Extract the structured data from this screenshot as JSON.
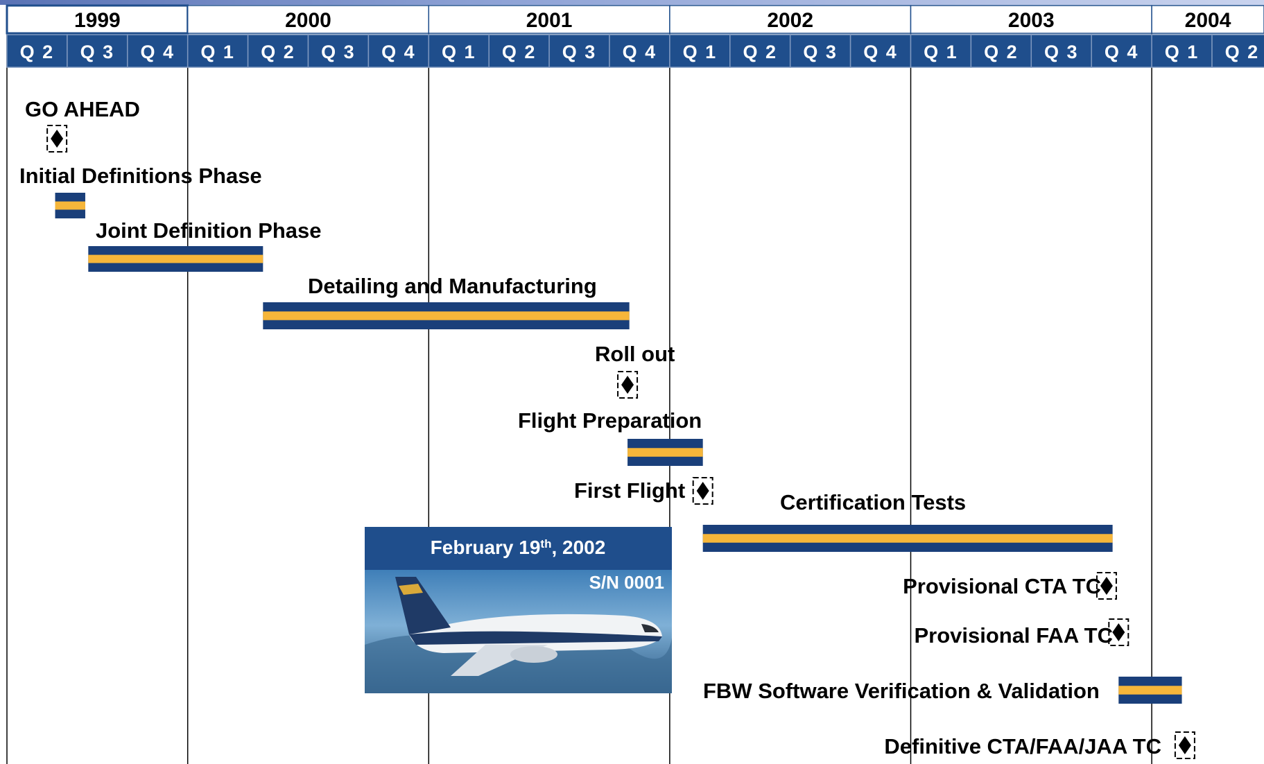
{
  "years": [
    {
      "label": "1999",
      "start": 0,
      "end": 3
    },
    {
      "label": "2000",
      "start": 3,
      "end": 7
    },
    {
      "label": "2001",
      "start": 7,
      "end": 11
    },
    {
      "label": "2002",
      "start": 11,
      "end": 15
    },
    {
      "label": "2003",
      "start": 15,
      "end": 19
    },
    {
      "label": "2004",
      "start": 19,
      "end": 21
    }
  ],
  "quarters": [
    "Q 2",
    "Q 3",
    "Q 4",
    "Q 1",
    "Q 2",
    "Q 3",
    "Q 4",
    "Q 1",
    "Q 2",
    "Q 3",
    "Q 4",
    "Q 1",
    "Q 2",
    "Q 3",
    "Q 4",
    "Q 1",
    "Q 2",
    "Q 3",
    "Q 4",
    "Q 1",
    "Q 2"
  ],
  "phases": [
    {
      "name": "Initial Definitions Phase",
      "start": 0.8,
      "end": 1.3
    },
    {
      "name": "Joint Definition Phase",
      "start": 1.35,
      "end": 4.25
    },
    {
      "name": "Detailing and Manufacturing",
      "start": 4.25,
      "end": 10.33
    },
    {
      "name": "Flight Preparation",
      "start": 10.3,
      "end": 11.55
    },
    {
      "name": "Certification Tests",
      "start": 11.55,
      "end": 18.35
    },
    {
      "name": "FBW Software Verification & Validation",
      "start": 18.45,
      "end": 19.5
    }
  ],
  "milestones": [
    {
      "name": "GO AHEAD",
      "at": 0.83
    },
    {
      "name": "Roll out",
      "at": 10.3
    },
    {
      "name": "First Flight",
      "at": 11.55
    },
    {
      "name": "Provisional CTA TC",
      "at": 18.25
    },
    {
      "name": "Provisional FAA TC",
      "at": 18.45
    },
    {
      "name": "Definitive CTA/FAA/JAA TC",
      "at": 19.55
    }
  ],
  "photo": {
    "date_main": "February 19",
    "date_sup": "th",
    "date_rest": ", 2002",
    "serial": "S/N 0001"
  },
  "colors": {
    "header_blue": "#1f4e8c",
    "bar_blue": "#1a3f7a",
    "bar_yellow": "#f6b63a",
    "grid": "#000000"
  }
}
